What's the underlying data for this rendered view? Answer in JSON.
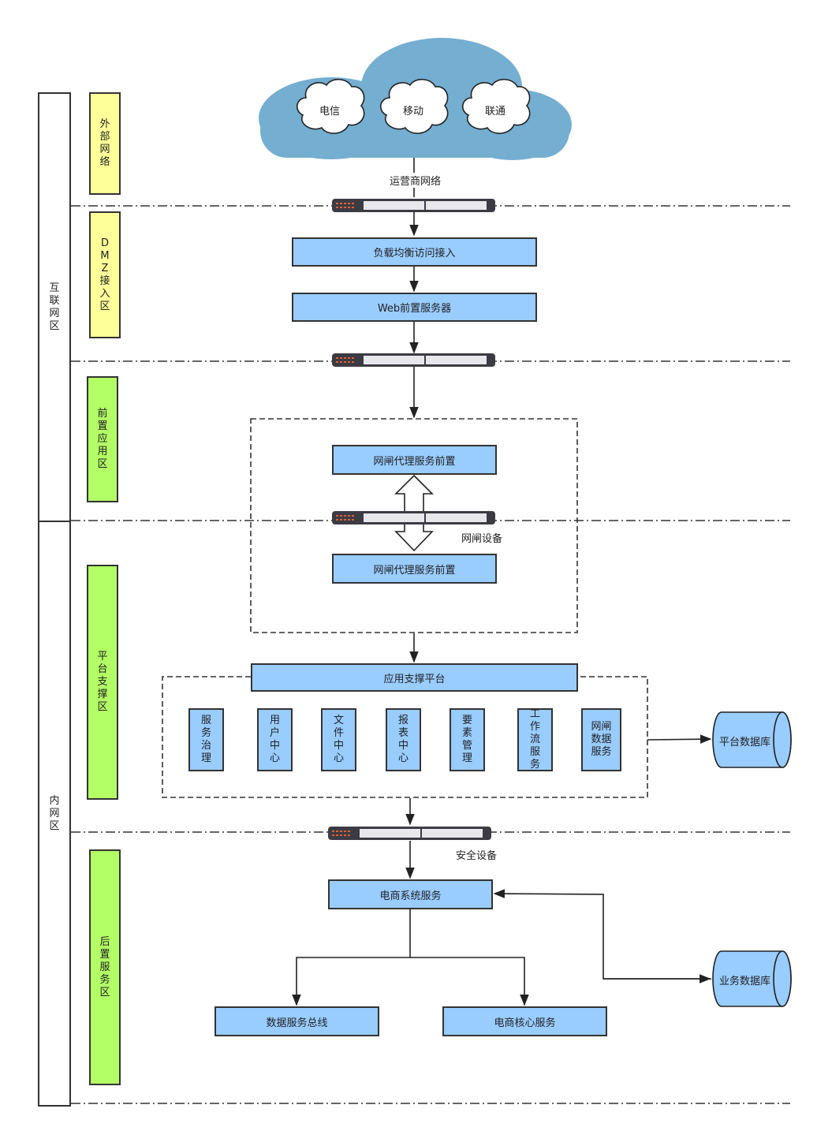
{
  "cloud": {
    "isps": [
      "电信",
      "移动",
      "联通"
    ],
    "label": "运营商网络"
  },
  "outer_zones": {
    "internet": "互联网区",
    "intranet": "内网区"
  },
  "zones": {
    "external": "外部网络",
    "dmz": "DMZ接入区",
    "front": "前置应用区",
    "platform": "平台支撑区",
    "backend": "后置服务区"
  },
  "boxes": {
    "lb": "负载均衡访问接入",
    "web": "Web前置服务器",
    "gateway_front_1": "网闸代理服务前置",
    "gateway_front_2": "网闸代理服务前置",
    "app_platform": "应用支撑平台",
    "ecommerce": "电商系统服务",
    "data_bus": "数据服务总线",
    "core": "电商核心服务"
  },
  "services": [
    "服务治理",
    "用户中心",
    "文件中心",
    "报表中心",
    "要素管理",
    "工作流服务",
    "网闸数据服务"
  ],
  "device_labels": {
    "gateway": "网闸设备",
    "security": "安全设备"
  },
  "databases": {
    "platform": "平台数据库",
    "business": "业务数据库"
  },
  "colors": {
    "cloud": "#74aed1",
    "zone_yellow": "#ffff99",
    "zone_green": "#b3ff66",
    "box_blue": "#99ccff",
    "device": "#3b3b44",
    "port_orange": "#e06030"
  }
}
